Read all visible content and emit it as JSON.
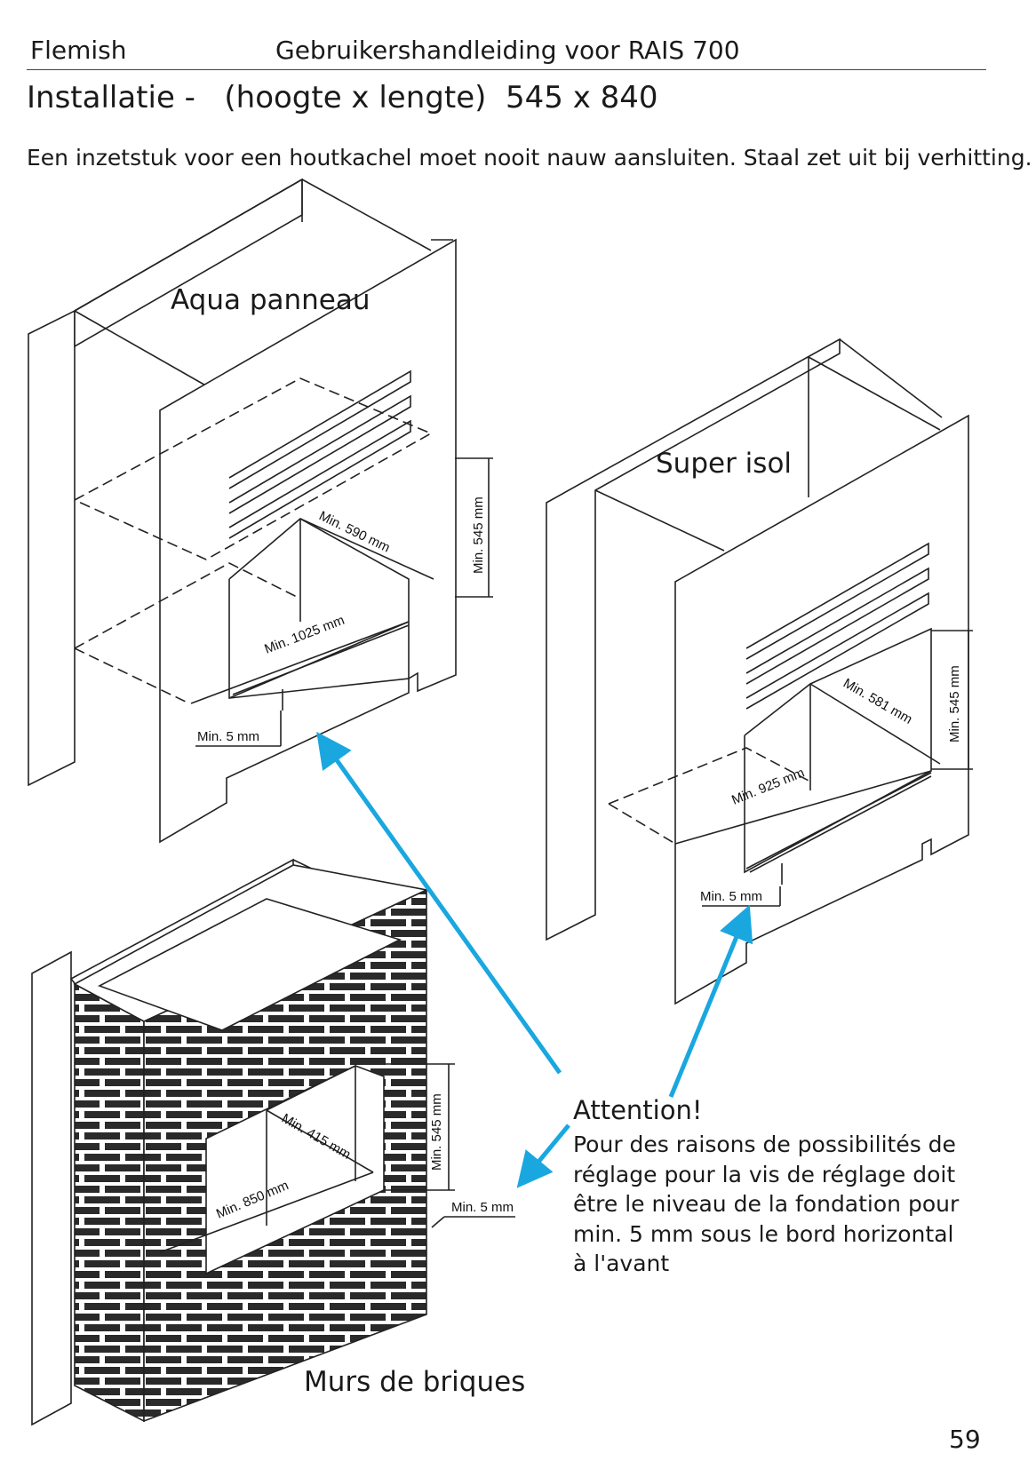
{
  "header": {
    "language": "Flemish",
    "title": "Gebruikershandleiding voor RAIS 700"
  },
  "section": {
    "title": "Installatie -   (hoogte x lengte)  545 x 840"
  },
  "intro": "Een inzetstuk voor een houtkachel moet nooit nauw aansluiten.  Staal zet uit bij verhitting.",
  "figures": {
    "aqua": {
      "label": "Aqua panneau",
      "dim_height": "Min. 545 mm",
      "dim_depth": "Min. 590 mm",
      "dim_width": "Min. 1025 mm",
      "dim_gap": "Min. 5 mm"
    },
    "super": {
      "label": "Super isol",
      "dim_height": "Min. 545 mm",
      "dim_depth": "Min. 581 mm",
      "dim_width": "Min. 925 mm",
      "dim_gap": "Min. 5 mm"
    },
    "brick": {
      "label": "Murs de briques",
      "dim_height": "Min. 545 mm",
      "dim_depth": "Min. 415 mm",
      "dim_width": "Min. 850 mm",
      "dim_gap": "Min. 5 mm"
    }
  },
  "attention": {
    "title": "Attention!",
    "lines": [
      "Pour des raisons de possibilités de",
      "réglage pour la vis de réglage doit",
      "être le niveau de la fondation pour",
      "min. 5 mm sous le bord horizontal",
      "à l'avant"
    ]
  },
  "colors": {
    "arrow": "#1aa7e0",
    "line": "#222222"
  },
  "page_number": "59"
}
